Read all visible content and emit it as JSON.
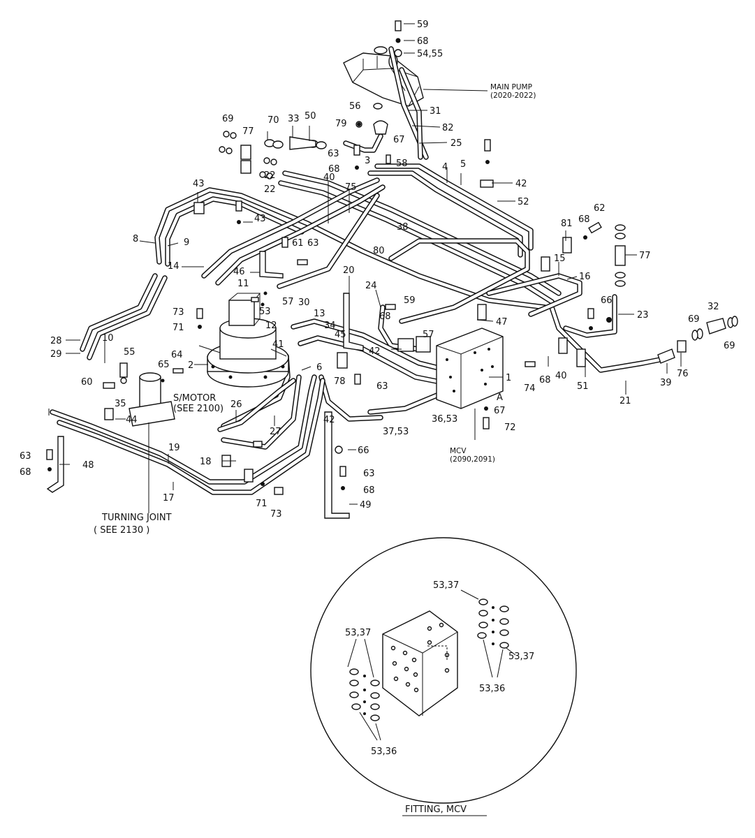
{
  "parts": {
    "p59": "59",
    "p68a": "68",
    "p5455": "54,55",
    "p56": "56",
    "p31": "31",
    "p82": "82",
    "p25": "25",
    "p79": "79",
    "p67a": "67",
    "p63a": "63",
    "p58": "58",
    "p3": "3",
    "p68b": "68",
    "p4": "4",
    "p5": "5",
    "p42a": "42",
    "p52": "52",
    "p62": "62",
    "p68c": "68",
    "p81": "81",
    "p77a": "77",
    "p15": "15",
    "p16": "16",
    "p69a": "69",
    "p77b": "77",
    "p70": "70",
    "p33": "33",
    "p50": "50",
    "p22a": "22",
    "p22b": "22",
    "p40a": "40",
    "p75": "75",
    "p43a": "43",
    "p43b": "43",
    "p38": "38",
    "p80": "80",
    "p8": "8",
    "p9": "9",
    "p61": "61",
    "p63b": "63",
    "p14": "14",
    "p46": "46",
    "p11": "11",
    "p30": "30",
    "p20": "20",
    "p24": "24",
    "p59b": "59",
    "p68d": "68",
    "p66a": "66",
    "p23": "23",
    "p73a": "73",
    "p53a": "53",
    "p57a": "57",
    "p71a": "71",
    "p12": "12",
    "p13": "13",
    "p34": "34",
    "p47": "47",
    "p57b": "57",
    "p28": "28",
    "p29": "29",
    "p10": "10",
    "p55": "55",
    "p41": "41",
    "p45": "45",
    "p42b": "42",
    "p1": "1",
    "p74": "74",
    "p68e": "68",
    "p40b": "40",
    "p51": "51",
    "p32": "32",
    "p69b": "69",
    "p69c": "69",
    "p76": "76",
    "p39": "39",
    "p21": "21",
    "p60": "60",
    "p65": "65",
    "p64": "64",
    "p2": "2",
    "p6": "6",
    "p78": "78",
    "p63c": "63",
    "p35": "35",
    "p44": "44",
    "p26": "26",
    "p3653": "36,53",
    "p3753": "37,53",
    "p67b": "67",
    "p72": "72",
    "p27": "27",
    "p42c": "42",
    "p66b": "66",
    "pA": "A",
    "p63d": "63",
    "p68f": "68",
    "p48": "48",
    "p19": "19",
    "p18": "18",
    "p17": "17",
    "p71b": "71",
    "p73b": "73",
    "p63e": "63",
    "p68g": "68",
    "p49": "49"
  },
  "labels": {
    "main_pump_1": "MAIN PUMP",
    "main_pump_2": "(2020-2022)",
    "smotor_1": "S/MOTOR",
    "smotor_2": "(SEE 2100)",
    "mcv_1": "MCV",
    "mcv_2": "(2090,2091)",
    "turning_1": "TURNING JOINT",
    "turning_2": "( SEE 2130 )"
  },
  "detail": {
    "title": "FITTING, MCV",
    "c1": "53,37",
    "c2": "53,37",
    "c3": "53,37",
    "c4": "53,36",
    "c5": "53,36"
  }
}
